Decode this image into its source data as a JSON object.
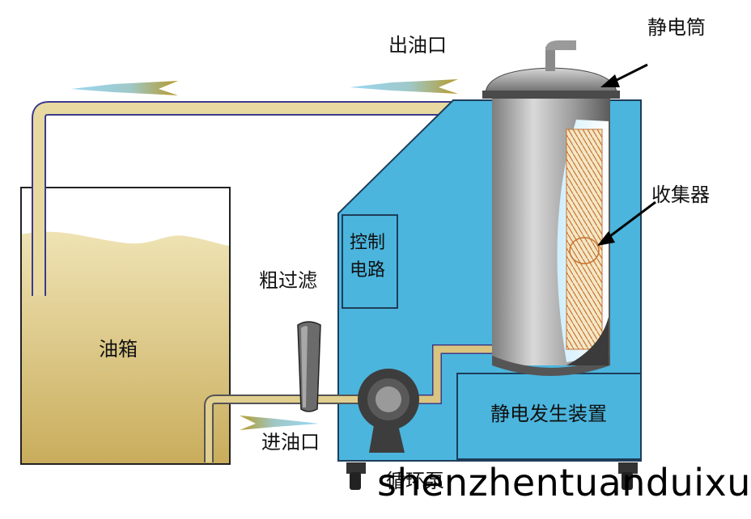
{
  "labels": {
    "oil_tank": "油箱",
    "oil_outlet": "出油口",
    "static_cylinder": "静电筒",
    "collector": "收集器",
    "control_circuit_line1": "控制",
    "control_circuit_line2": "电路",
    "coarse_filter": "粗过滤",
    "static_generator": "静电发生装置",
    "oil_inlet": "进油口",
    "circulation_pump": "循环泵"
  },
  "watermark": "shenzhentuanduixun",
  "colors": {
    "cabinet": "#4bb5dd",
    "cabinet_border": "#1e3d5a",
    "oil": "#d9c480",
    "pipe_outline": "#3a3a8c",
    "cylinder": "#a8a8a8",
    "flow_arrow_head": "#b59a2a",
    "flow_arrow_tail": "#8ccfea"
  }
}
